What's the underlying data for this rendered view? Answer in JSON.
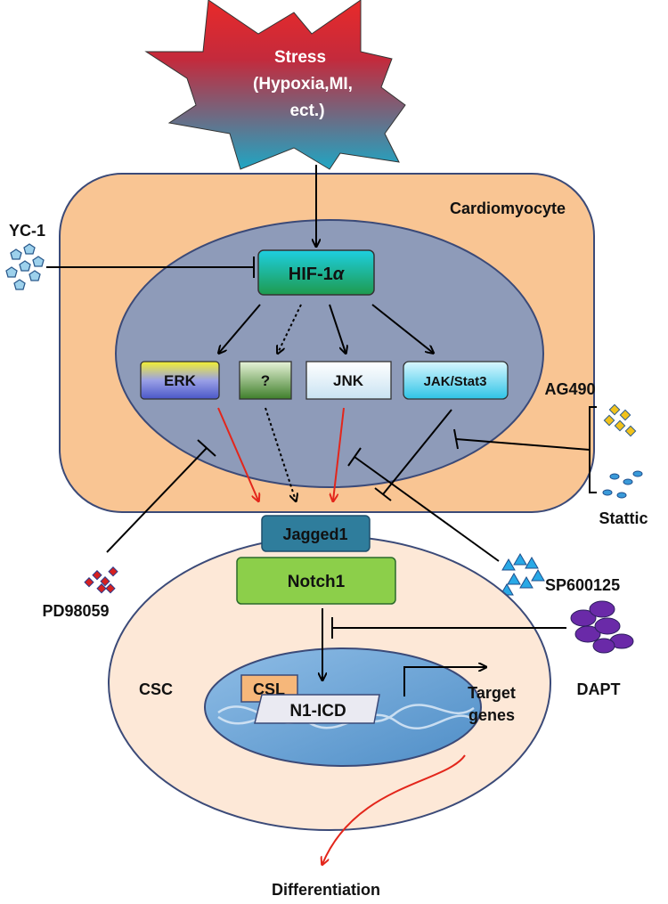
{
  "stress": {
    "line1": "Stress",
    "line2": "(Hypoxia,MI,",
    "line3": "ect.)"
  },
  "cell_label": "Cardiomyocyte",
  "hif": {
    "label": "HIF-1",
    "symbol": "α"
  },
  "pathways": {
    "erk": "ERK",
    "unknown": "?",
    "jnk": "JNK",
    "jak": "JAK/Stat3"
  },
  "inhibitors": {
    "yc1": "YC-1",
    "ag490": "AG490",
    "stattic": "Stattic",
    "pd98059": "PD98059",
    "sp600125": "SP600125",
    "dapt": "DAPT"
  },
  "ligand": "Jagged1",
  "receptor": "Notch1",
  "csc": {
    "label": "CSC",
    "csl": "CSL",
    "n1icd": "N1-ICD",
    "target_line1": "Target",
    "target_line2": "genes"
  },
  "outcome": "Differentiation",
  "colors": {
    "cell_fill": "#f9c593",
    "nucleus_fill": "#8e9bb9",
    "outline": "#3b4a78",
    "activation_red": "#e3261b",
    "notch_green": "#8ccf4a",
    "jagged_blue": "#2f7d9c",
    "csc_fill": "#fde8d7"
  }
}
